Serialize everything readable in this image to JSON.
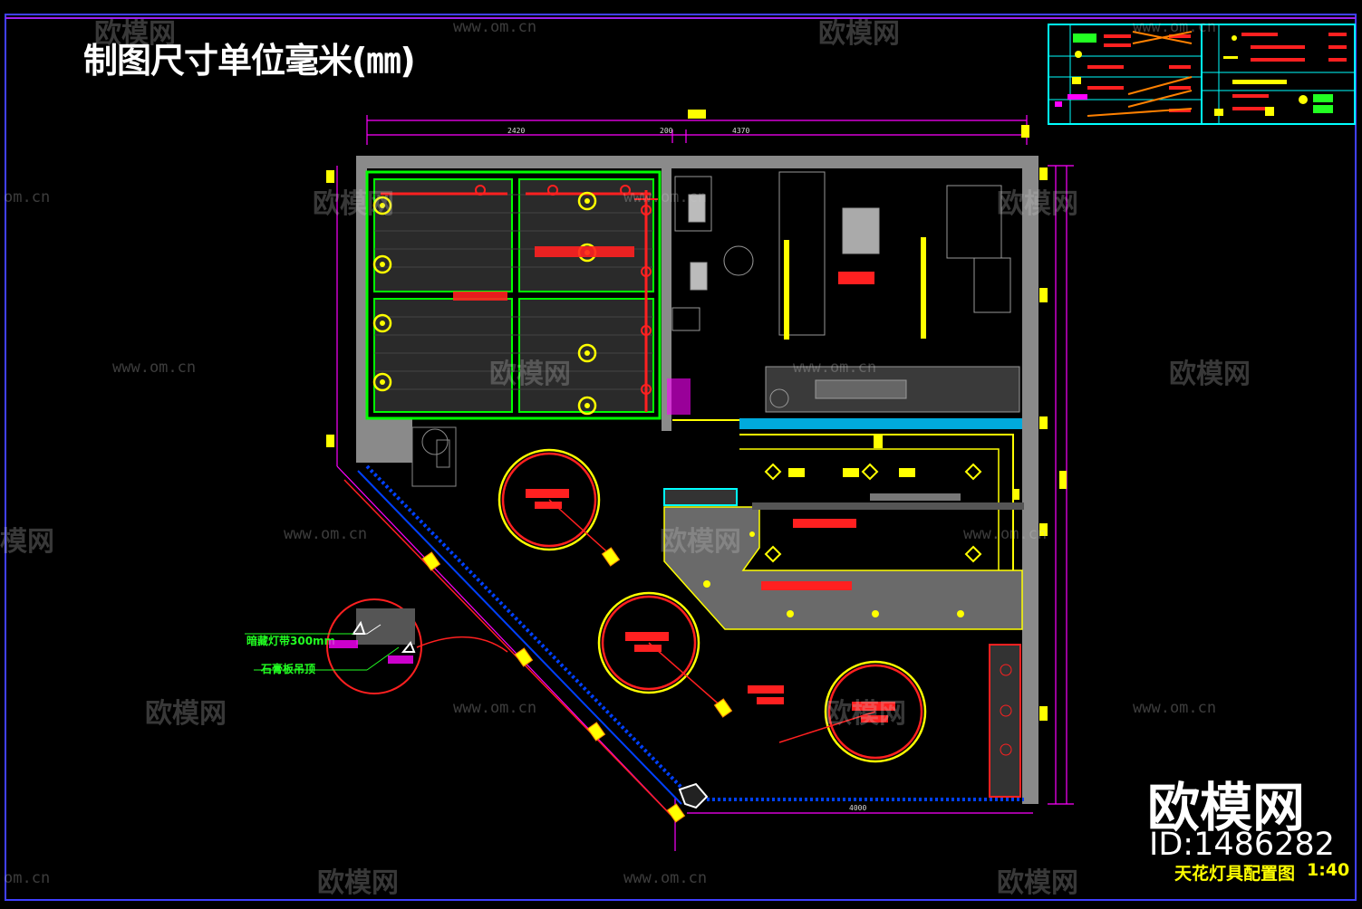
{
  "drawing": {
    "unit_note": "制图尺寸单位毫米(㎜)",
    "plan_title": "天花灯具配置图",
    "plan_scale": "1:40",
    "dimensions": {
      "top_left": "2420",
      "top_mid": "200",
      "top_right": "4370",
      "bottom": "4000"
    },
    "callouts": {
      "green_1": "暗藏灯带300mm",
      "green_2": "石膏板吊顶"
    }
  },
  "watermark": {
    "logo_text": "欧模网",
    "url_text": "www.om.cn",
    "url_fragment": "om.cn",
    "logo_fragment": "模网",
    "brand_text": "欧模网",
    "brand_id": "ID:1486282"
  },
  "colors": {
    "background": "#000000",
    "wall": "#808080",
    "dimension_line": "#ff00ff",
    "ceiling_outline": "#ffff00",
    "circle_outline": "#ff0000",
    "glass_line": "#0000ff",
    "partition": "#00ff00"
  }
}
